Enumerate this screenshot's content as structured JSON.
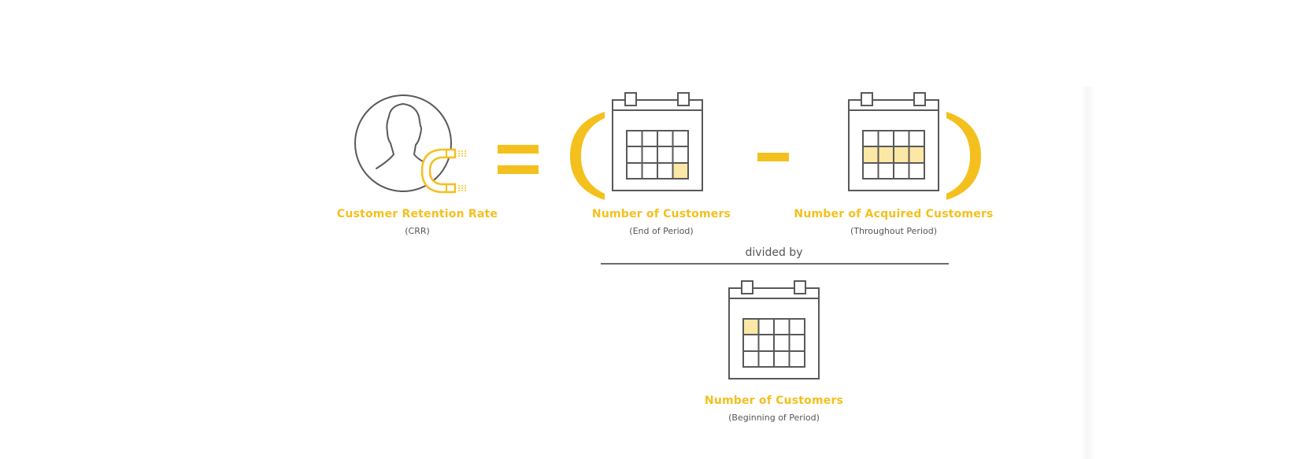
{
  "colors": {
    "accent": "#f4c01e",
    "line": "#595959",
    "text": "#555555",
    "highlight": "#fbe7a6"
  },
  "icons": [
    "customer-retention-icon",
    "magnet-icon",
    "equals-icon",
    "open-paren-icon",
    "calendar-icon",
    "minus-icon",
    "close-paren-icon"
  ],
  "crr": {
    "label": "Customer Retention Rate",
    "sub": "(CRR)"
  },
  "end_customers": {
    "label": "Number of Customers",
    "sub": "(End of Period)"
  },
  "acquired_customers": {
    "label": "Number of Acquired Customers",
    "sub": "(Throughout Period)"
  },
  "operator": {
    "divided_by": "divided by"
  },
  "begin_customers": {
    "label": "Number of Customers",
    "sub": "(Beginning of Period)"
  }
}
